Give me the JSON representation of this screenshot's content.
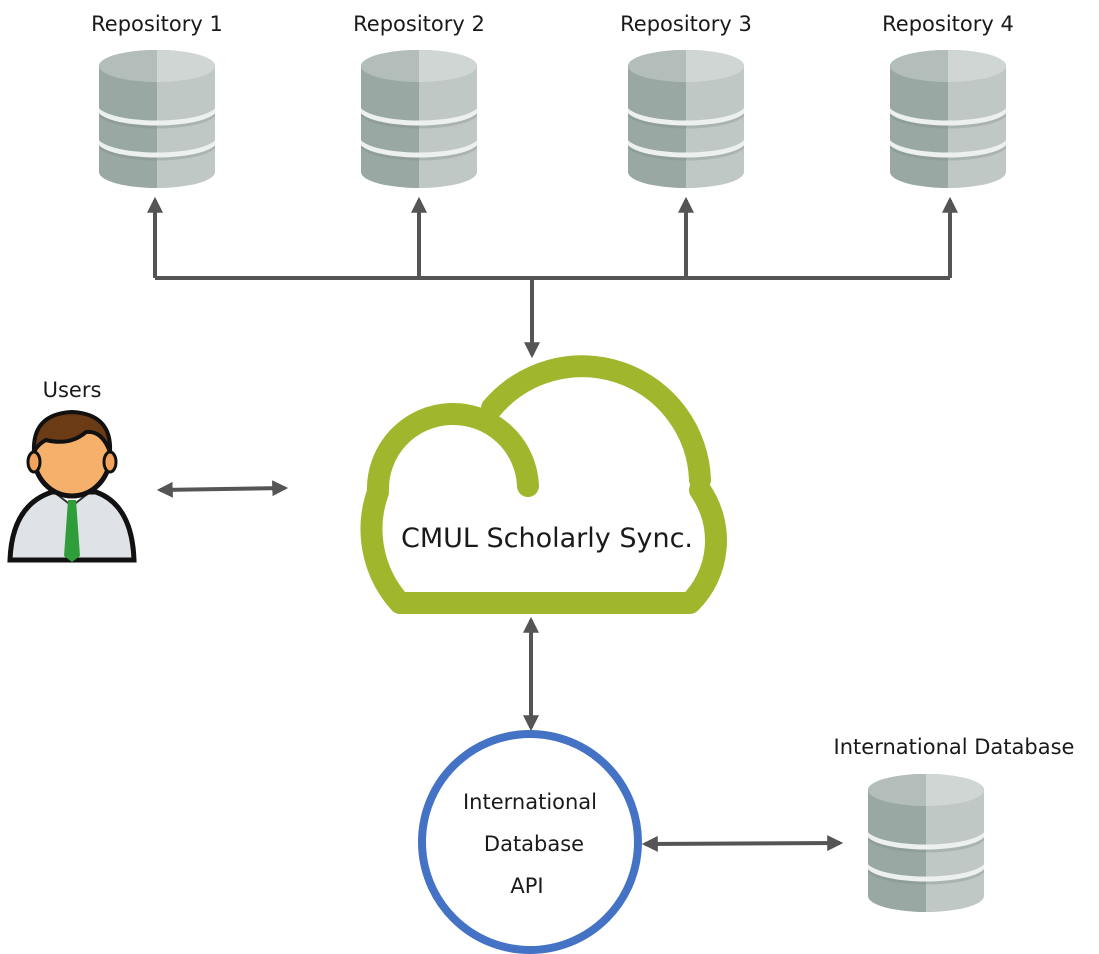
{
  "repositories": [
    {
      "label": "Repository 1"
    },
    {
      "label": "Repository 2"
    },
    {
      "label": "Repository 3"
    },
    {
      "label": "Repository 4"
    }
  ],
  "users": {
    "label": "Users",
    "icon": "user-icon"
  },
  "hub": {
    "label": "CMUL Scholarly Sync.",
    "icon": "cloud-icon"
  },
  "api": {
    "lines": [
      "International",
      "Database",
      "API"
    ]
  },
  "external_db": {
    "label": "International Database",
    "icon": "database-icon"
  },
  "colors": {
    "cloud": "#a0b72d",
    "api_ring": "#4472c4",
    "connector": "#555555",
    "db_dark": "#9aa8a3",
    "db_light": "#c0c8c5",
    "db_band": "#ecf0ef"
  }
}
